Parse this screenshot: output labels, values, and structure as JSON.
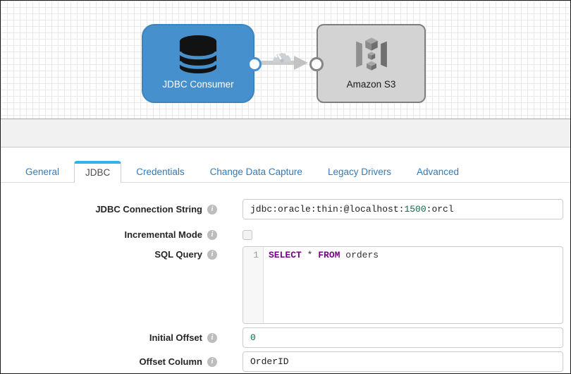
{
  "colors": {
    "node-blue": "#4691cd",
    "tab-accent": "#2fb3e8",
    "tab-link": "#337ab7",
    "code-keyword": "#770088",
    "code-number": "#116644"
  },
  "canvas": {
    "source_node": {
      "label": "JDBC Consumer"
    },
    "dest_node": {
      "label": "Amazon S3"
    }
  },
  "tabs": {
    "active": "JDBC",
    "items": [
      {
        "label": "General"
      },
      {
        "label": "JDBC"
      },
      {
        "label": "Credentials"
      },
      {
        "label": "Change Data Capture"
      },
      {
        "label": "Legacy Drivers"
      },
      {
        "label": "Advanced"
      }
    ]
  },
  "form": {
    "connection_string": {
      "label": "JDBC Connection String",
      "prefix": "jdbc:oracle:thin:@localhost:",
      "port": "1500",
      "suffix": ":orcl"
    },
    "incremental_mode": {
      "label": "Incremental Mode",
      "checked": false
    },
    "sql_query": {
      "label": "SQL Query",
      "line_number": "1",
      "kw1": "SELECT",
      "op": "*",
      "kw2": "FROM",
      "ident": "orders"
    },
    "initial_offset": {
      "label": "Initial Offset",
      "value": "0"
    },
    "offset_column": {
      "label": "Offset Column",
      "value": "OrderID"
    }
  }
}
